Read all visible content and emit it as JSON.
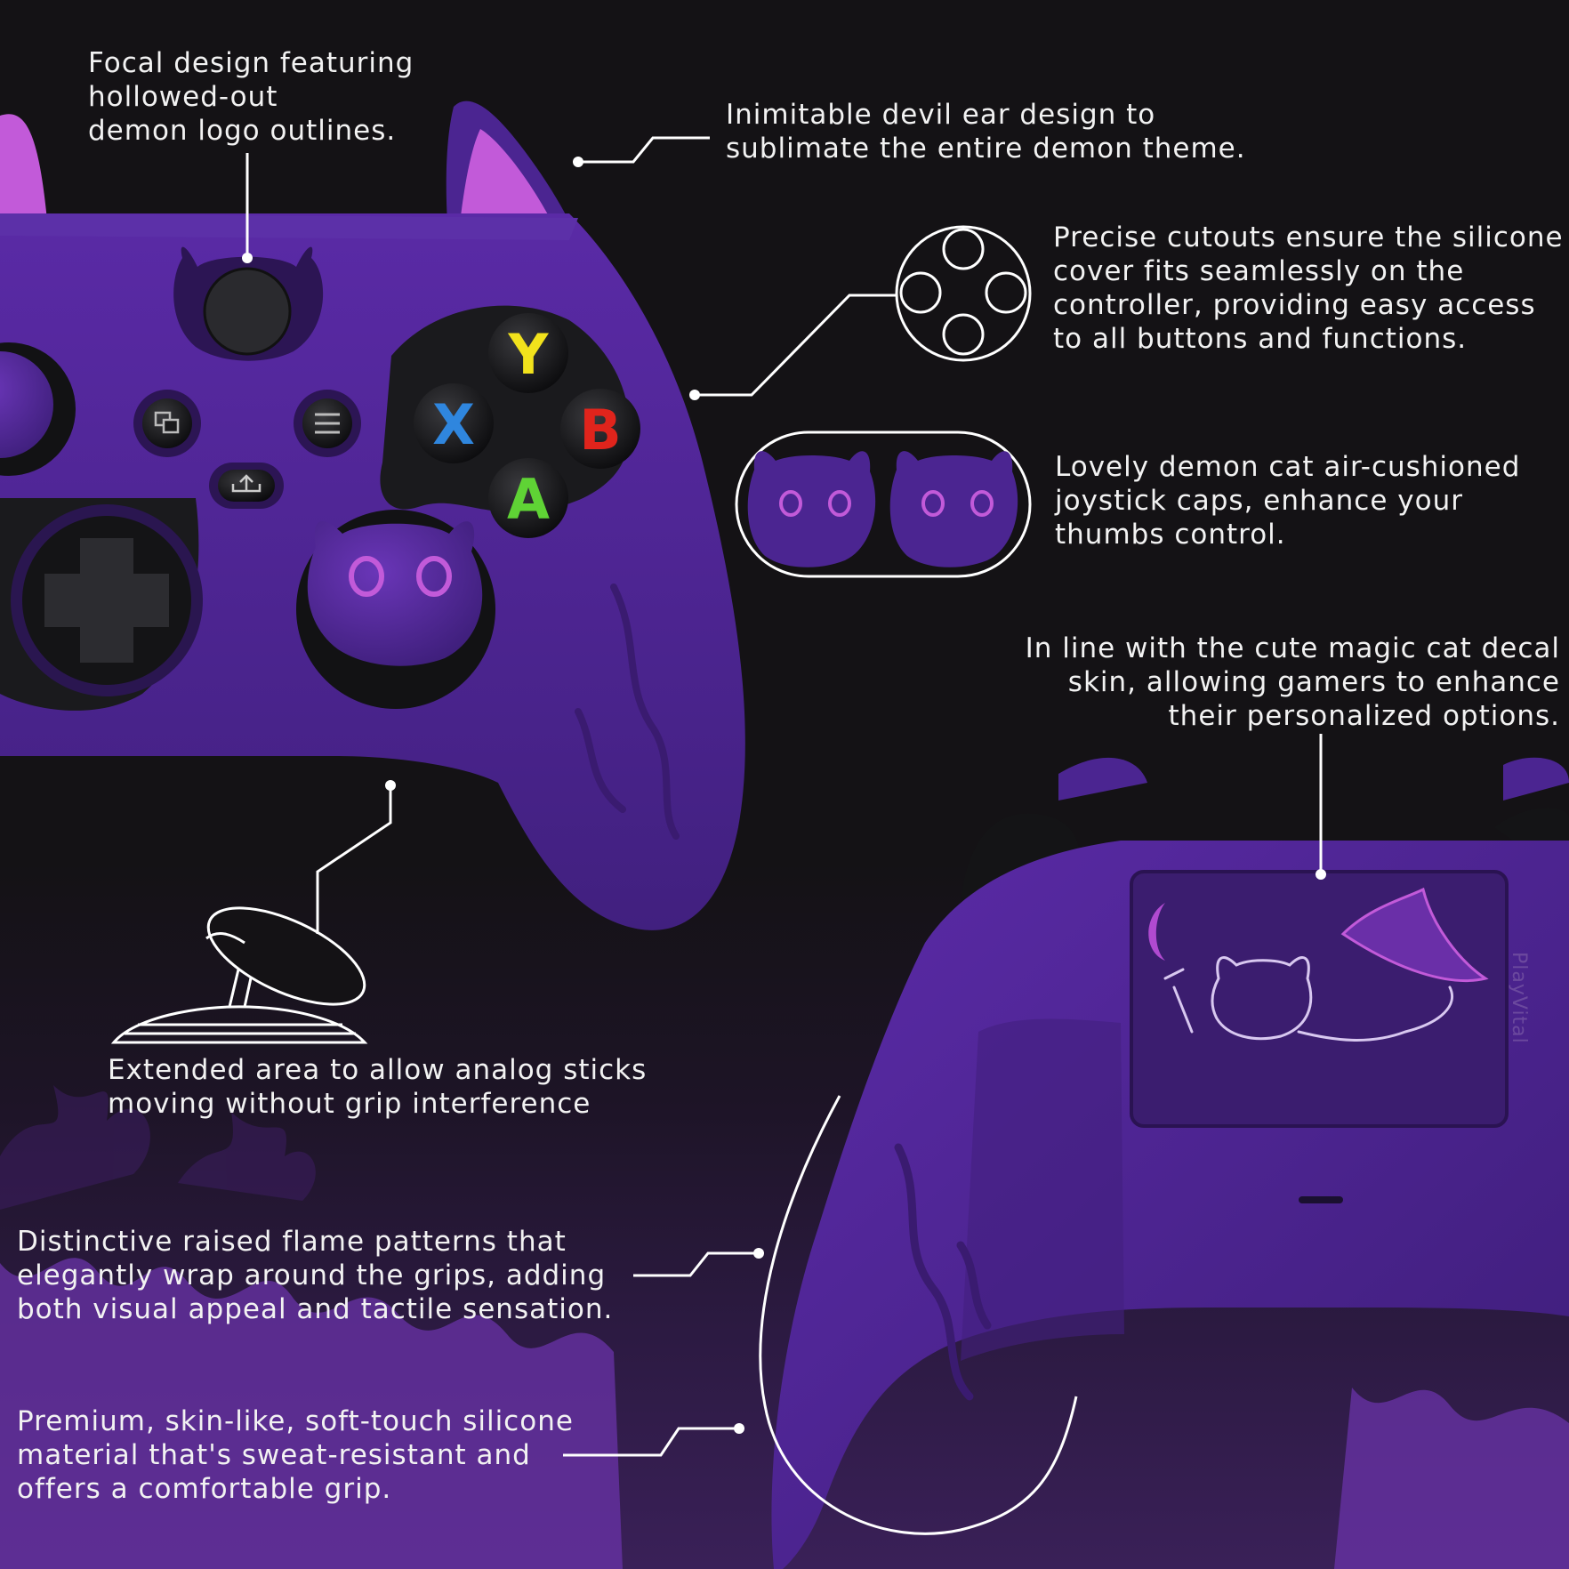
{
  "callouts": {
    "focal_design": "Focal design featuring\nhollowed-out\ndemon logo outlines.",
    "devil_ear": "Inimitable devil ear design to\nsublimate the entire demon theme.",
    "cutouts": "Precise cutouts ensure the silicone\ncover fits seamlessly on the\ncontroller, providing easy access\nto all buttons and functions.",
    "joystick_caps": "Lovely demon cat air-cushioned\njoystick caps, enhance your\nthumbs control.",
    "decal_skin": "In line with the cute magic cat decal\nskin, allowing gamers to enhance\ntheir personalized options.",
    "extended_area": "Extended area to allow analog sticks\nmoving without grip interference",
    "flame_patterns": "Distinctive raised flame patterns that\nelegantly wrap around the grips, adding\nboth visual appeal and tactile sensation.",
    "silicone_material": "Premium, skin-like, soft-touch silicone\nmaterial that's sweat-resistant and\noffers a comfortable grip."
  },
  "buttons": {
    "y": "Y",
    "x": "X",
    "b": "B",
    "a": "A"
  },
  "brand_mark": "PlayVital",
  "colors": {
    "background": "#141215",
    "shell_purple": "#4b2591",
    "ear_pink": "#c25ad9",
    "button_y": "#f2e21c",
    "button_x": "#2f86de",
    "button_b": "#e0241c",
    "button_a": "#5fd335",
    "callout_text": "#f2f2f2"
  }
}
